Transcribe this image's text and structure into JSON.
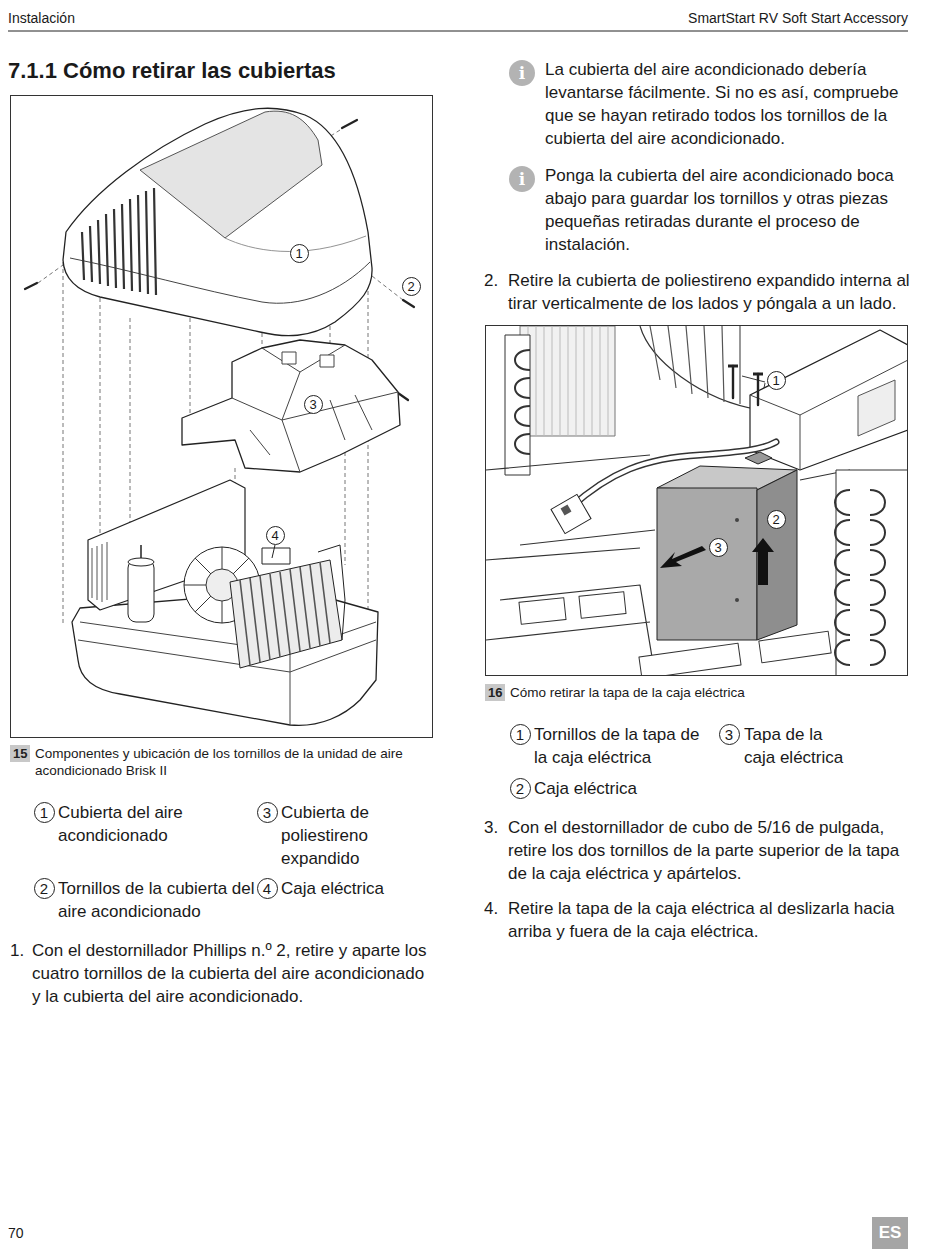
{
  "diagram": {
    "title": "7.1.1 Cómo retirar las cubiertas",
    "nodes": [
      {
        "text": [
          "Componentes y ubicación de los tornillos de la unidad de aire acondicionado Brisk II"
        ]
      },
      {
        "text": [
          "1"
        ],
        "in": 0
      },
      {
        "text": [
          "2"
        ],
        "in": 0
      },
      {
        "text": [
          "3"
        ],
        "in": 0
      },
      {
        "text": [
          "4"
        ],
        "in": 0
      },
      {
        "text": [
          "15"
        ]
      },
      {
        "text": [
          "1"
        ]
      },
      {
        "text": [
          "3"
        ]
      },
      {
        "text": [
          "2"
        ]
      },
      {
        "text": [
          "4"
        ]
      },
      {
        "text": [
          "i"
        ]
      },
      {
        "text": [
          "i"
        ]
      },
      {
        "text": [
          "Cómo retirar la tapa de la caja eléctrica"
        ]
      },
      {
        "text": [
          "1"
        ],
        "in": 12
      },
      {
        "text": [
          "2"
        ],
        "in": 12
      },
      {
        "text": [
          "3"
        ],
        "in": 12
      },
      {
        "text": [
          "16"
        ]
      },
      {
        "text": [
          "1"
        ]
      },
      {
        "text": [
          "3"
        ]
      },
      {
        "text": [
          "2"
        ]
      },
      {
        "text": [
          "ES"
        ]
      }
    ],
    "labels": [
      "Instalación",
      "SmartStart RV Soft Start Accessory",
      "La cubierta del aire acondicionado debería levantarse fácilmente. Si no es así, compruebe que se hayan retirado todos los tornillos de la cubierta del aire acondicionado.",
      "Ponga la cubierta del aire acondicionado boca abajo para guardar los tornillos y otras piezas pequeñas retiradas durante el proceso de instalación.",
      "2.",
      "Retire la cubierta de poliestireno expandido interna al tirar verticalmente de los lados y póngala a un lado.",
      "Cubierta del aire acondicionado",
      "Cubierta de poliestireno expandido",
      "Tornillos de la cubierta del aire acondicionado",
      "Caja eléctrica",
      "1.",
      "Con el destornillador Phillips n.º 2, retire y aparte los cuatro tornillos de la cubierta del aire acondicionado y la cubierta del aire acondicionado.",
      "Tornillos de la tapa de la caja eléctrica",
      "Tapa de la caja eléctrica",
      "Caja eléctrica",
      "3.",
      "Con el destornillador de cubo de 5/16 de pulgada, retire los dos tornillos de la parte superior de la tapa de la caja eléctrica y apártelos.",
      "4.",
      "Retire la tapa de la caja eléctrica al deslizarla hacia arriba y fuera de la caja eléctrica.",
      "70"
    ]
  }
}
